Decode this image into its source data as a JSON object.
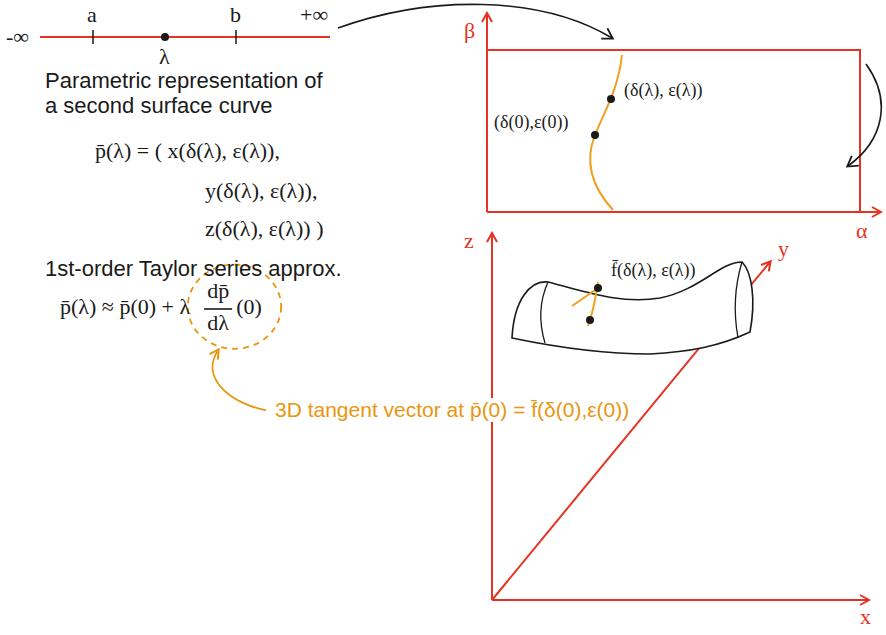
{
  "diagram": {
    "labels": [
      "-∞",
      "a",
      "b",
      "+∞",
      "λ",
      "β",
      "(δ(λ), ε(λ))",
      "(δ(0),ε(0))",
      "α",
      "Parametric representation of a second surface curve",
      "p̄(λ) = ( x(δ(λ), ε(λ)),",
      "y(δ(λ), ε(λ)),",
      "z(δ(λ), ε(λ)) )",
      "z",
      "f̄(δ(λ), ε(λ))",
      "y",
      "1st-order Taylor series approx.",
      "p̄(λ) ≈ p̄(0) + λ",
      "dp̄",
      "dλ",
      "(0)",
      "x",
      "3D tangent vector at p̄(0) = f̄(δ(0),ε(0))"
    ]
  }
}
